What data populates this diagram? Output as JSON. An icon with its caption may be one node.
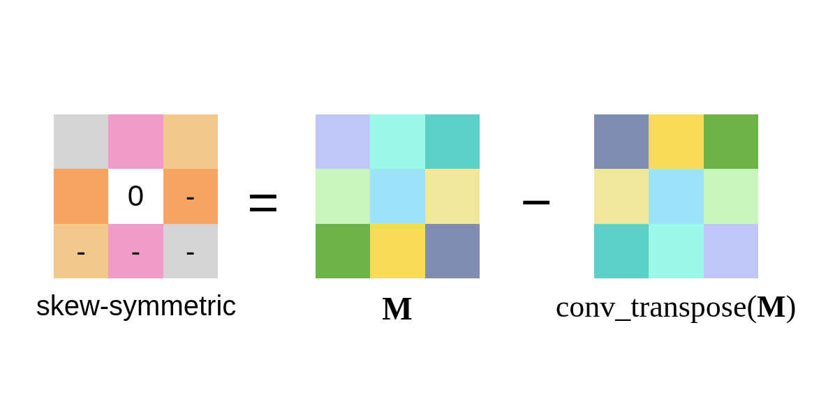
{
  "diagram": {
    "nodes": [
      {
        "text": [],
        "shape": "box",
        "beside": [
          "skew-symmetric"
        ]
      },
      {
        "text": [],
        "shape": "box",
        "in": 0
      },
      {
        "text": [],
        "shape": "box",
        "in": 0
      },
      {
        "text": [],
        "shape": "box",
        "in": 0
      },
      {
        "text": [],
        "shape": "box",
        "in": 0
      },
      {
        "text": [
          "0"
        ],
        "in": 0
      },
      {
        "text": [
          "-"
        ],
        "in": 0
      },
      {
        "text": [
          "-"
        ],
        "in": 0
      },
      {
        "text": [
          "-"
        ],
        "in": 0
      },
      {
        "text": [
          "-"
        ],
        "in": 0
      },
      {
        "text": [],
        "shape": "box",
        "beside": [
          "M"
        ]
      },
      {
        "text": [],
        "shape": "box",
        "in": 10
      },
      {
        "text": [],
        "shape": "box",
        "in": 10
      },
      {
        "text": [],
        "shape": "box",
        "in": 10
      },
      {
        "text": [],
        "shape": "box",
        "in": 10
      },
      {
        "text": [],
        "shape": "box",
        "in": 10
      },
      {
        "text": [],
        "shape": "box",
        "in": 10
      },
      {
        "text": [],
        "shape": "box",
        "in": 10
      },
      {
        "text": [],
        "shape": "box",
        "in": 10
      },
      {
        "text": [],
        "shape": "box",
        "in": 10
      },
      {
        "text": [],
        "shape": "box",
        "beside": [
          "conv_transpose(**M**)"
        ]
      },
      {
        "text": [],
        "shape": "box",
        "in": 20
      },
      {
        "text": [],
        "shape": "box",
        "in": 20
      },
      {
        "text": [],
        "shape": "box",
        "in": 20
      },
      {
        "text": [],
        "shape": "box",
        "in": 20
      },
      {
        "text": [],
        "shape": "box",
        "in": 20
      },
      {
        "text": [],
        "shape": "box",
        "in": 20
      },
      {
        "text": [],
        "shape": "box",
        "in": 20
      },
      {
        "text": [],
        "shape": "box",
        "in": 20
      },
      {
        "text": [],
        "shape": "box",
        "in": 20
      }
    ],
    "edges": [],
    "labels": [
      "=",
      "−"
    ]
  }
}
